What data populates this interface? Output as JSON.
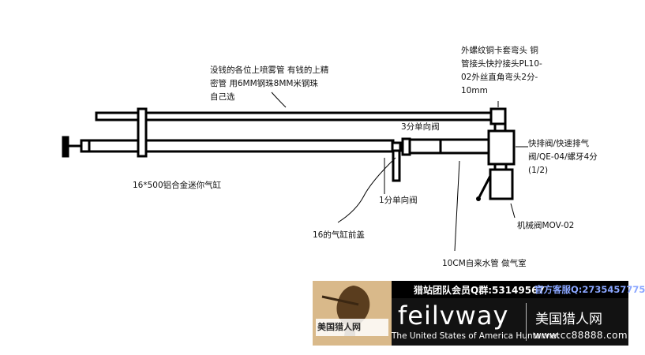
{
  "labels": {
    "spray_tube": [
      "没钱的各位上喷雾管  有钱的上精",
      "密管  用6MM钢珠8MM米钢珠",
      "自己选"
    ],
    "elbow": [
      "外螺纹铜卡套弯头 铜",
      "管接头快拧接头PL10-",
      "02外丝直角弯头2分-",
      "10mm"
    ],
    "check_valve_3": "3分单向阀",
    "exhaust_valve": [
      "快排阀/快速排气",
      "阀/QE-04/螺牙4分",
      "(1/2)"
    ],
    "cylinder": "16*500铝合金迷你气缸",
    "check_valve_1": "1分单向阀",
    "mech_valve": "机械阀MOV-02",
    "front_cap": "16的气缸前盖",
    "air_chamber": "10CM自来水管  做气室"
  },
  "banner": {
    "qq_group": "猎站团队会员Q群:53149567",
    "service": "官方客服Q:2735457775",
    "brand": "feilvway",
    "tagline": "The United States of America Hunter.net",
    "cn_name": "美国猎人网",
    "website": "www.cc88888.com",
    "logo_text": "美国猎人网"
  },
  "colors": {
    "line": "#000000",
    "banner_bg": "#121212",
    "service_text": "#8aa6ff",
    "logo_gold": "#c9a266"
  }
}
